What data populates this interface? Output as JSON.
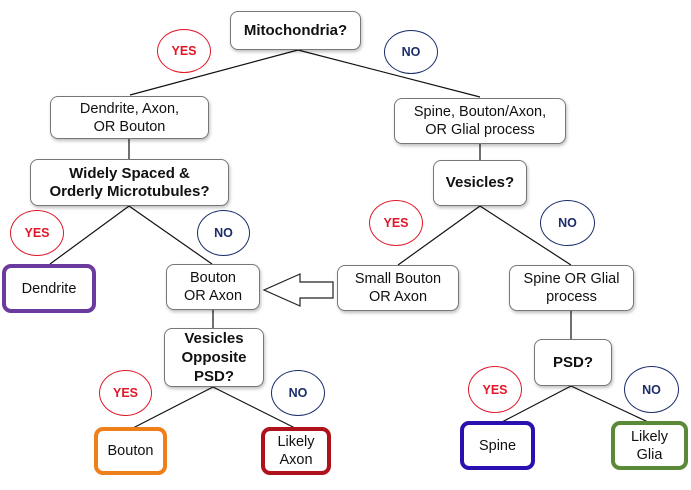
{
  "diagram": {
    "type": "decision-tree",
    "questions": {
      "root": "Mitochondria?",
      "microtubules": "Widely Spaced &\nOrderly Microtubules?",
      "vesicles": "Vesicles?",
      "vesicles_opposite_psd": "Vesicles\nOpposite\nPSD?",
      "psd": "PSD?"
    },
    "categories": {
      "dendrite_axon_bouton": "Dendrite, Axon,\nOR Bouton",
      "spine_bouton_glial": "Spine, Bouton/Axon,\nOR Glial process",
      "bouton_or_axon": "Bouton\nOR Axon",
      "small_bouton_or_axon": "Small Bouton\nOR Axon",
      "spine_or_glial": "Spine OR Glial\nprocess"
    },
    "outcomes": {
      "dendrite": {
        "label": "Dendrite",
        "color": "#6b3a9e"
      },
      "bouton": {
        "label": "Bouton",
        "color": "#ef7f1a"
      },
      "likely_axon": {
        "label": "Likely\nAxon",
        "color": "#b0121b"
      },
      "spine": {
        "label": "Spine",
        "color": "#2a10b0"
      },
      "likely_glia": {
        "label": "Likely\nGlia",
        "color": "#5a8a38"
      }
    },
    "answer_labels": {
      "yes": "YES",
      "no": "NO"
    },
    "answer_colors": {
      "yes": "#e0182a",
      "no": "#1b2d6b"
    },
    "edges": [
      {
        "from": "root",
        "to": "dendrite_axon_bouton",
        "answer": "yes"
      },
      {
        "from": "root",
        "to": "spine_bouton_glial",
        "answer": "no"
      },
      {
        "from": "dendrite_axon_bouton",
        "to": "microtubules"
      },
      {
        "from": "microtubules",
        "to": "dendrite",
        "answer": "yes"
      },
      {
        "from": "microtubules",
        "to": "bouton_or_axon",
        "answer": "no"
      },
      {
        "from": "spine_bouton_glial",
        "to": "vesicles"
      },
      {
        "from": "vesicles",
        "to": "small_bouton_or_axon",
        "answer": "yes"
      },
      {
        "from": "vesicles",
        "to": "spine_or_glial",
        "answer": "no"
      },
      {
        "from": "small_bouton_or_axon",
        "to": "bouton_or_axon",
        "style": "hollow-arrow"
      },
      {
        "from": "bouton_or_axon",
        "to": "vesicles_opposite_psd"
      },
      {
        "from": "vesicles_opposite_psd",
        "to": "bouton",
        "answer": "yes"
      },
      {
        "from": "vesicles_opposite_psd",
        "to": "likely_axon",
        "answer": "no"
      },
      {
        "from": "spine_or_glial",
        "to": "psd"
      },
      {
        "from": "psd",
        "to": "spine",
        "answer": "yes"
      },
      {
        "from": "psd",
        "to": "likely_glia",
        "answer": "no"
      }
    ]
  }
}
